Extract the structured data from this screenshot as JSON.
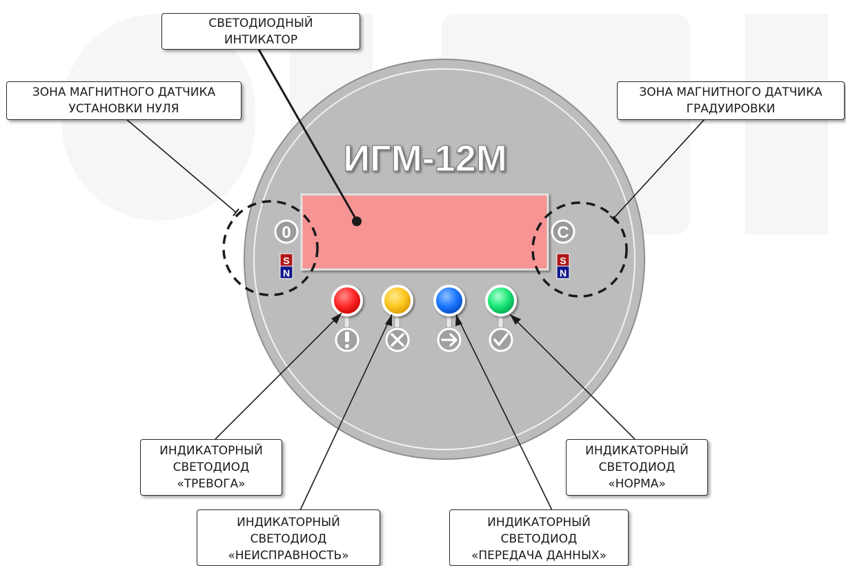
{
  "device": {
    "model": "ИГМ-12М",
    "zero_icon_letter": "0",
    "calib_icon_letter": "C",
    "magnet_s": "S",
    "magnet_n": "N"
  },
  "labels": {
    "display": {
      "line1": "СВЕТОДИОДНЫЙ",
      "line2": "ИНТИКАТОР"
    },
    "zero_zone": {
      "line1": "ЗОНА  МАГНИТНОГО  ДАТЧИКА",
      "line2": "УСТАНОВКИ  НУЛЯ"
    },
    "calib_zone": {
      "line1": "ЗОНА  МАГНИТНОГО  ДАТЧИКА",
      "line2": "ГРАДУИРОВКИ"
    },
    "alarm": {
      "line1": "ИНДИКАТОРНЫЙ",
      "line2": "СВЕТОДИОД",
      "line3": "«ТРЕВОГА»"
    },
    "fault": {
      "line1": "ИНДИКАТОРНЫЙ",
      "line2": "СВЕТОДИОД",
      "line3": "«НЕИСПРАВНОСТЬ»"
    },
    "data": {
      "line1": "ИНДИКАТОРНЫЙ",
      "line2": "СВЕТОДИОД",
      "line3": "«ПЕРЕДАЧА ДАННЫХ»"
    },
    "norm": {
      "line1": "ИНДИКАТОРНЫЙ",
      "line2": "СВЕТОДИОД",
      "line3": "«НОРМА»"
    }
  },
  "colors": {
    "body": "#b9b9b9",
    "display": "#f79494",
    "led_alarm": "#ff2a2a",
    "led_fault": "#ffc824",
    "led_data": "#1e78ff",
    "led_norm": "#1ee878",
    "magnet_s": "#b01818",
    "magnet_n": "#12188a"
  }
}
